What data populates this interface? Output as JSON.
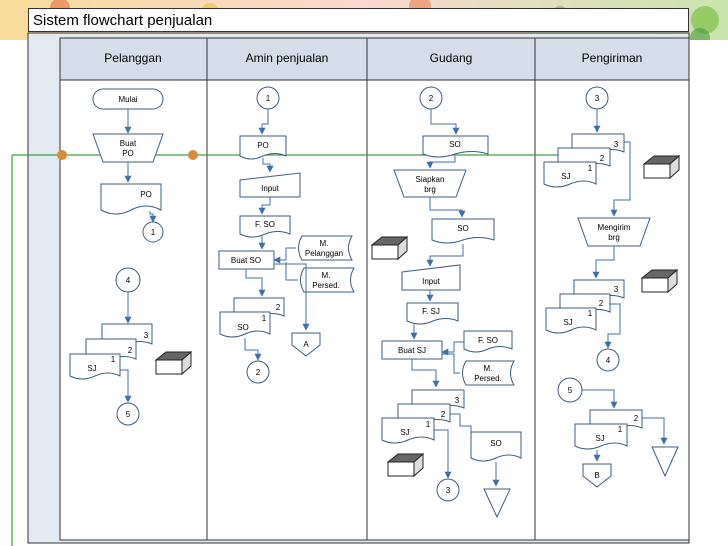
{
  "title": "Sistem flowchart penjualan",
  "lanes": [
    "Pelanggan",
    "Amin penjualan",
    "Gudang",
    "Pengiriman"
  ],
  "labels": {
    "mulai": "Mulai",
    "buat_po": "Buat PO",
    "po": "PO",
    "input": "Input",
    "f_so": "F. SO",
    "buat_so": "Buat SO",
    "m_pelanggan": "M. Pelanggan",
    "m_persed": "M. Persed.",
    "so": "SO",
    "siapkan_brg": "Siapkan brg",
    "f_sj": "F. SJ",
    "buat_sj": "Buat SJ",
    "sj": "SJ",
    "mengirim_brg": "Mengirim brg",
    "n1": "1",
    "n2": "2",
    "n3": "3",
    "n4": "4",
    "n5": "5",
    "a": "A",
    "b": "B"
  },
  "colors": {
    "shape_stroke": "#3b5c7f",
    "line": "#3f6fa8",
    "accent_green": "#3aa03a",
    "accent_orange": "#d98a3a",
    "lane_fill": "#e3e9f0",
    "header_fill": "#d4dde8"
  }
}
